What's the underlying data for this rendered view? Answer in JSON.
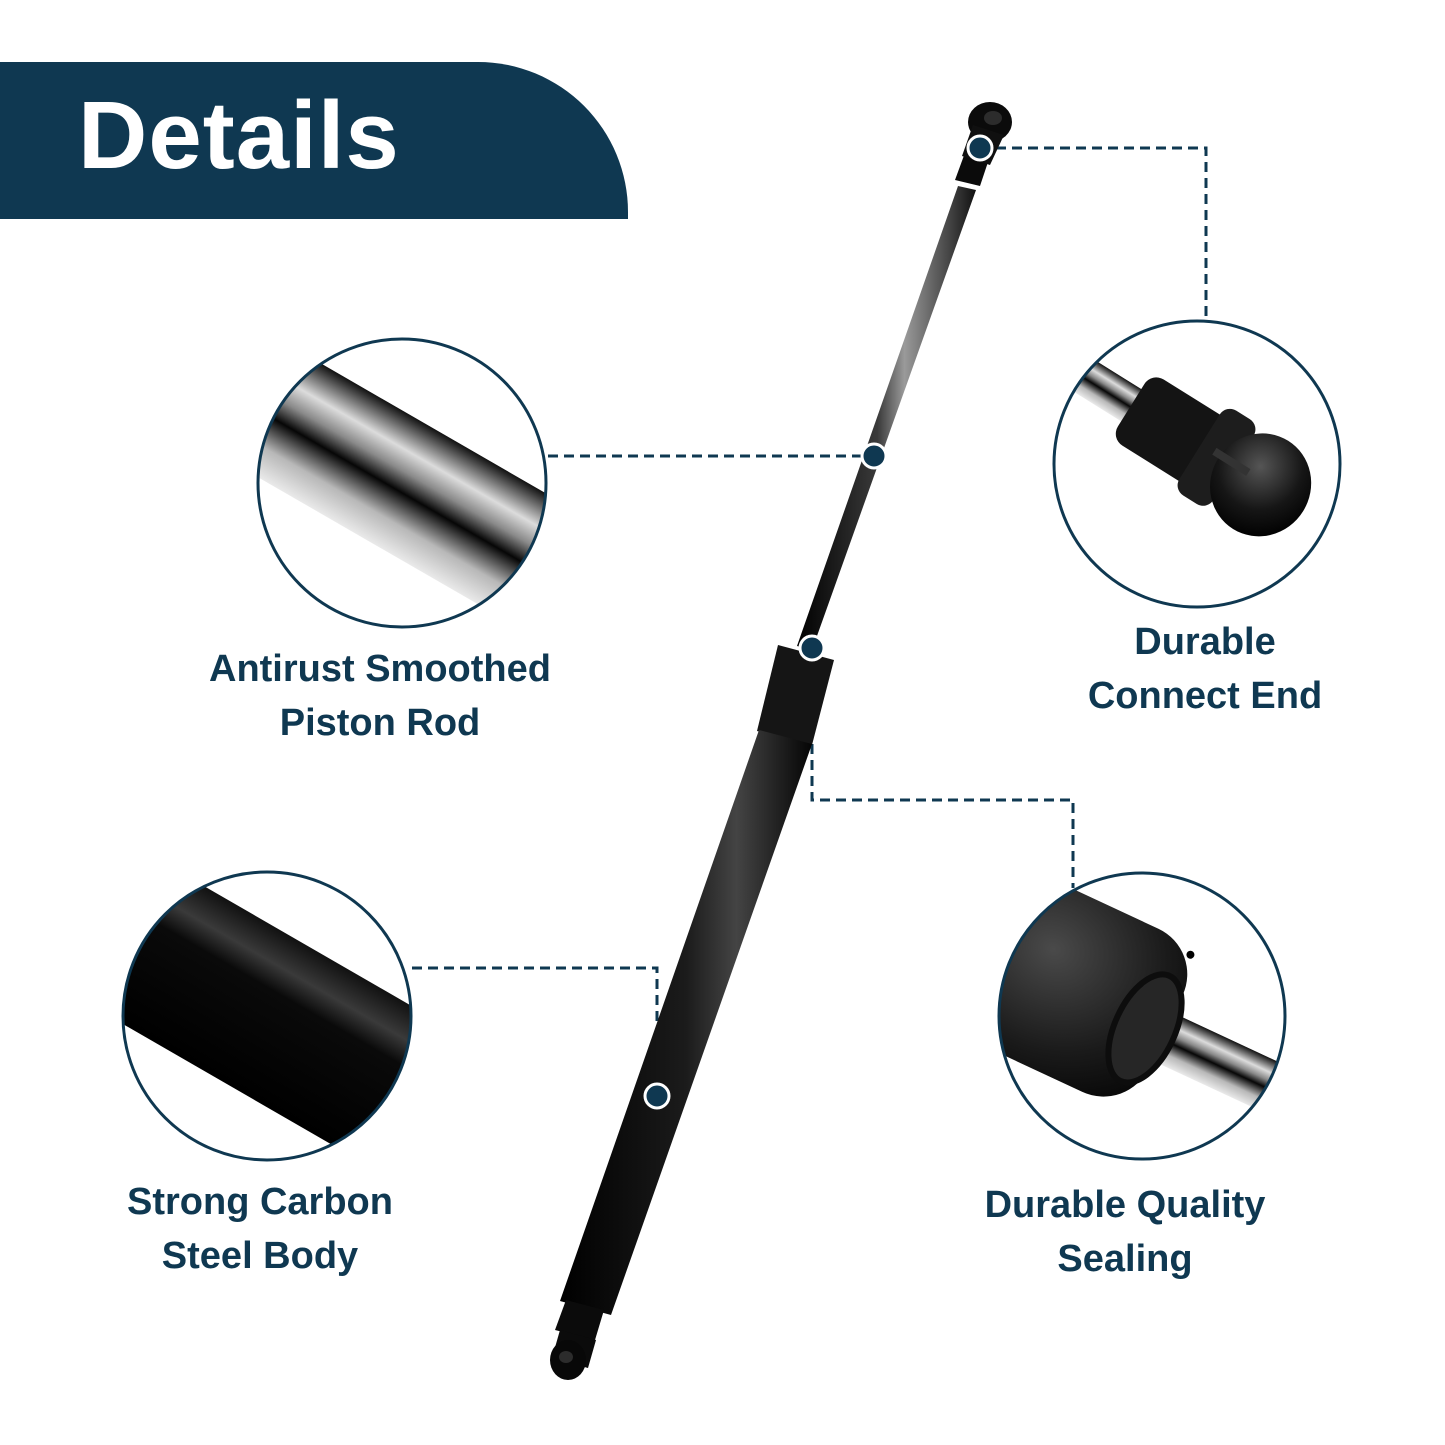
{
  "header": {
    "title": "Details"
  },
  "features": {
    "piston_rod": {
      "line1": "Antirust Smoothed",
      "line2": "Piston Rod"
    },
    "connect_end": {
      "line1": "Durable",
      "line2": "Connect End"
    },
    "body": {
      "line1": "Strong Carbon",
      "line2": "Steel Body"
    },
    "sealing": {
      "line1": "Durable Quality",
      "line2": "Sealing"
    }
  },
  "colors": {
    "brand_navy": "#0f3851",
    "background": "#ffffff",
    "product_black": "#0b0b0b"
  },
  "icons": {
    "product": "gas-strut-photo",
    "callout_marker": "navy-dot-with-white-ring",
    "connector": "dashed-leader-line"
  }
}
